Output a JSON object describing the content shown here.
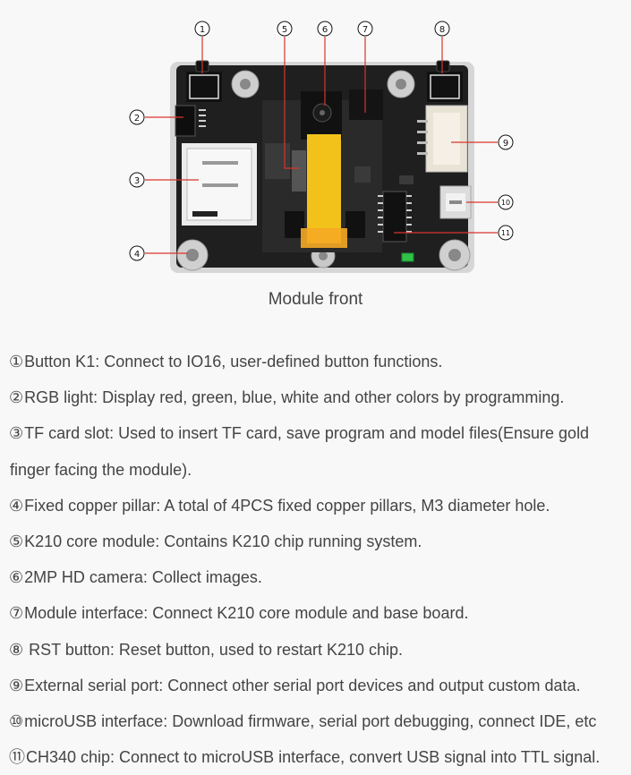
{
  "callouts": [
    "①",
    "②",
    "③",
    "④",
    "⑤",
    "⑥",
    "⑦",
    "⑧",
    "⑨",
    "⑩",
    "⑪"
  ],
  "caption": "Module front",
  "descriptions": [
    {
      "num": "①",
      "text": "Button K1: Connect to IO16, user-defined button functions."
    },
    {
      "num": "②",
      "text": "RGB light: Display red, green, blue, white and other colors by programming."
    },
    {
      "num": "③",
      "text": "TF card slot: Used to insert TF card, save program and model files(Ensure gold"
    },
    {
      "num": "",
      "text": "finger facing the module)."
    },
    {
      "num": "④",
      "text": "Fixed copper pillar: A total of 4PCS fixed copper pillars, M3 diameter hole."
    },
    {
      "num": "⑤",
      "text": "K210 core module: Contains K210 chip running system."
    },
    {
      "num": "⑥",
      "text": "2MP HD camera: Collect images."
    },
    {
      "num": "⑦",
      "text": "Module interface: Connect K210 core module and base board."
    },
    {
      "num": "⑧",
      "text": " RST button: Reset button, used to restart K210 chip."
    },
    {
      "num": "⑨",
      "text": "External serial port: Connect other serial port devices and output custom data."
    },
    {
      "num": "⑩",
      "text": "microUSB interface: Download firmware, serial port debugging, connect IDE, etc"
    },
    {
      "num": "⑪",
      "text": "CH340 chip: Connect to microUSB interface, convert USB signal into TTL signal."
    }
  ],
  "colors": {
    "board": "#1f1f1f",
    "frame": "#d6d6d6",
    "accent_yellow": "#f2c21b",
    "leader": "#d9342b",
    "led": "#2fc24a"
  }
}
